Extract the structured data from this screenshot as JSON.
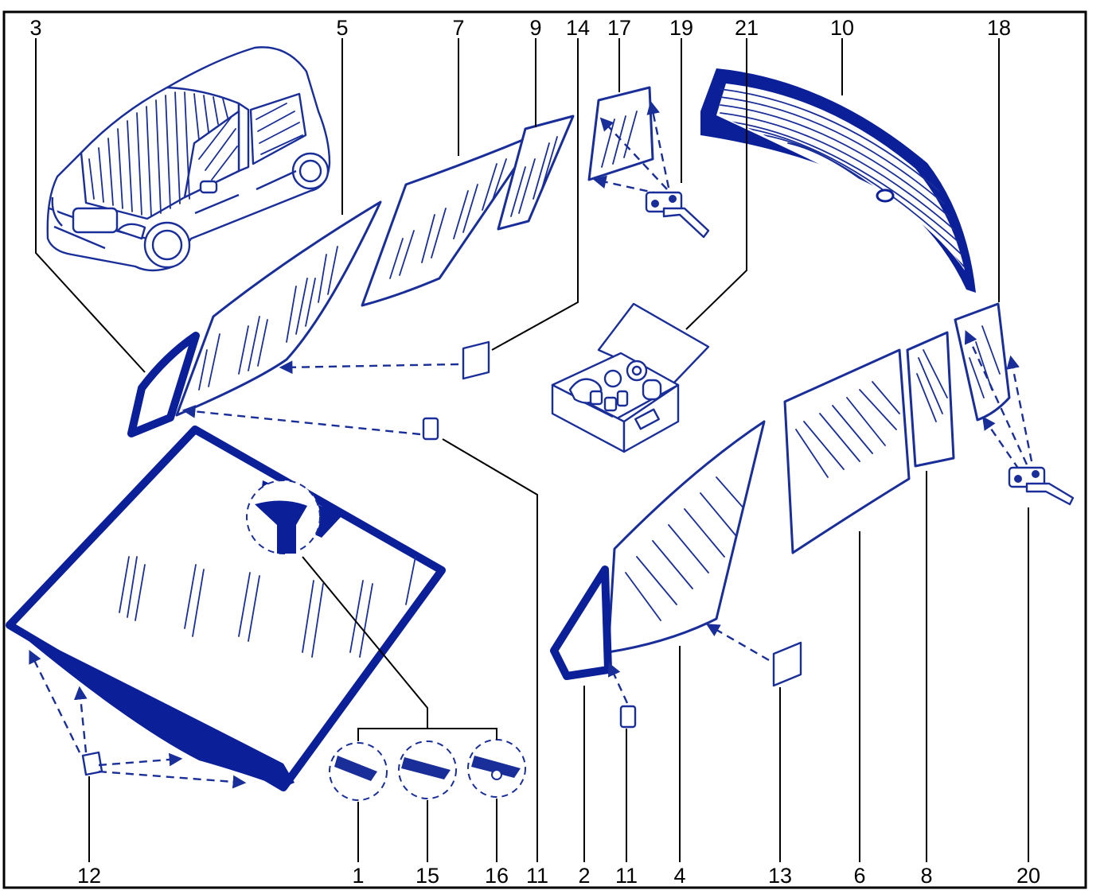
{
  "colors": {
    "line": "#1a2e99",
    "fill_dark": "#0b1f99",
    "label": "#000000",
    "border": "#000000",
    "background": "#ffffff"
  },
  "labels": {
    "top": [
      "3",
      "5",
      "7",
      "9",
      "14",
      "17",
      "19",
      "21",
      "10",
      "18"
    ],
    "bottom": [
      "12",
      "1",
      "15",
      "16",
      "11",
      "2",
      "11",
      "4",
      "13",
      "6",
      "8",
      "20"
    ]
  },
  "icons": [
    "car-illustration",
    "windscreen",
    "rear-screen",
    "repair-kit-box",
    "clip-part",
    "suction-tool"
  ]
}
